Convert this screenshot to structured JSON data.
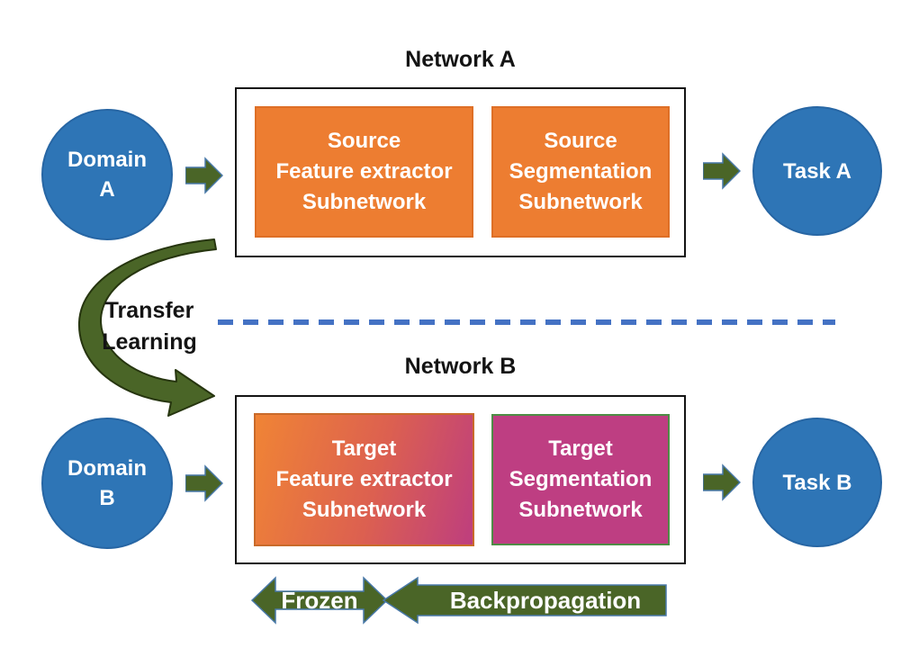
{
  "diagram": {
    "network_a": {
      "title": "Network A",
      "input_circle": {
        "line1": "Domain",
        "line2": "A"
      },
      "feature_box": {
        "line1": "Source",
        "line2": "Feature extractor",
        "line3": "Subnetwork"
      },
      "segmentation_box": {
        "line1": "Source",
        "line2": "Segmentation",
        "line3": "Subnetwork"
      },
      "output_circle": {
        "label": "Task A"
      }
    },
    "network_b": {
      "title": "Network B",
      "input_circle": {
        "line1": "Domain",
        "line2": "B"
      },
      "feature_box": {
        "line1": "Target",
        "line2": "Feature extractor",
        "line3": "Subnetwork"
      },
      "segmentation_box": {
        "line1": "Target",
        "line2": "Segmentation",
        "line3": "Subnetwork"
      },
      "output_circle": {
        "label": "Task B"
      }
    },
    "transfer_arrow": {
      "line1": "Transfer",
      "line2": "Learning"
    },
    "training_arrows": {
      "frozen": "Frozen",
      "backpropagation": "Backpropagation"
    },
    "colors": {
      "circle_blue": "#2E75B6",
      "box_orange": "#ED7D31",
      "box_magenta": "#BE3E82",
      "gradient_start": "#F08435",
      "gradient_end": "#BE3E7E",
      "arrow_green": "#4A6527",
      "dashed_line_blue": "#4472C4"
    }
  }
}
